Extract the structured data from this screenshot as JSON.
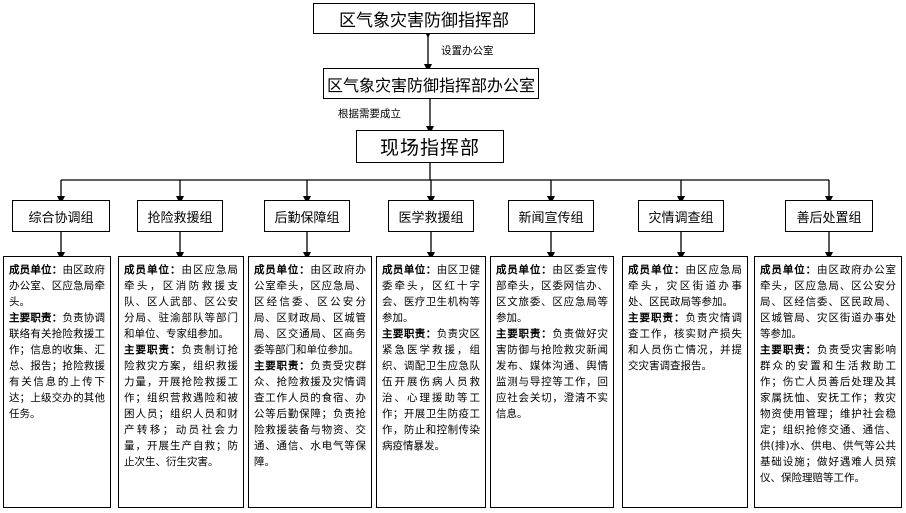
{
  "top": {
    "title": "区气象灾害防御指挥部"
  },
  "office": {
    "title": "区气象灾害防御指挥部办公室"
  },
  "field": {
    "title": "现场指挥部"
  },
  "edges": {
    "setup_label": "设置办公室",
    "basis_label": "根据需要成立"
  },
  "labels": {
    "members": "成员单位：",
    "duties": "主要职责："
  },
  "groups": [
    {
      "name": "综合协调组",
      "members": "由区政府办公室、区应急局牵头。",
      "duties": "负责协调联络有关抢险救援工作；信息的收集、汇总、报告；抢险救援有关信息的上传下达；上级交办的其他任务。"
    },
    {
      "name": "抢险救援组",
      "members": "由区应急局牵头，区消防救援支队、区人武部、区公安分局、驻渝部队等部门和单位、专家组参加。",
      "duties": "负责制订抢险救灾方案，组织救援力量，开展抢险救援工作；组织营救遇险和被困人员；组织人员和财产转移；动员社会力量，开展生产自救；防止次生、衍生灾害。"
    },
    {
      "name": "后勤保障组",
      "members": "由区政府办公室牵头，区应急局、区经信委、区公安分局、区财政局、区城管局、区交通局、区商务委等部门和单位参加。",
      "duties": "负责受灾群众、抢险救援及灾情调查工作人员的食宿、办公等后勤保障；负责抢险救援装备与物资、交通、通信、水电气等保障。"
    },
    {
      "name": "医学救援组",
      "members": "由区卫健委牵头，区红十字会、医疗卫生机构等参加。",
      "duties": "负责灾区紧急医学救援，组织、调配卫生应急队伍开展伤病人员救治、心理援助等工作；开展卫生防疫工作，防止和控制传染病疫情暴发。"
    },
    {
      "name": "新闻宣传组",
      "members": "由区委宣传部牵头，区委网信办、区文旅委、区应急局等参加。",
      "duties": "负责做好灾害防御与抢险救灾新闻发布、媒体沟通、舆情监测与导控等工作，回应社会关切，澄清不实信息。"
    },
    {
      "name": "灾情调查组",
      "members": "由区应急局牵头，灾区街道办事处、区民政局等参加。",
      "duties": "负责灾情调查工作，核实财产损失和人员伤亡情况，并提交灾害调查报告。"
    },
    {
      "name": "善后处置组",
      "members": "由区政府办公室牵头，区应急局、区公安分局、区经信委、区民政局、区城管局、灾区街道办事处等参加。",
      "duties": "负责受灾害影响群众的安置和生活救助工作；伤亡人员善后处理及其家属抚恤、安抚工作；救灾物资使用管理；维护社会稳定；组织抢修交通、通信、供(排)水、供电、供气等公共基础设施；做好遇难人员殡仪、保险理赔等工作。"
    }
  ]
}
